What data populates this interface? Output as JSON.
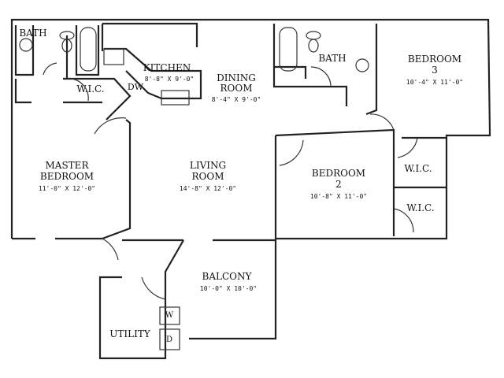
{
  "rooms": {
    "bath1": {
      "name": "BATH"
    },
    "wic1": {
      "name": "W.I.C."
    },
    "kitchen": {
      "name": "KITCHEN",
      "size": "8'-8\" X 9'-0\""
    },
    "dw": {
      "name": "DW"
    },
    "dining": {
      "name_1": "DINING",
      "name_2": "ROOM",
      "size": "8'-4\" X 9'-0\""
    },
    "bath2": {
      "name": "BATH"
    },
    "bedroom3": {
      "name_1": "BEDROOM",
      "name_2": "3",
      "size": "10'-4\" X 11'-0\""
    },
    "master": {
      "name_1": "MASTER",
      "name_2": "BEDROOM",
      "size": "11'-0\" X 12'-0\""
    },
    "living": {
      "name_1": "LIVING",
      "name_2": "ROOM",
      "size": "14'-8\" X 12'-0\""
    },
    "bedroom2": {
      "name_1": "BEDROOM",
      "name_2": "2",
      "size": "10'-8\" X 11'-0\""
    },
    "wic2": {
      "name": "W.I.C."
    },
    "wic3": {
      "name": "W.I.C."
    },
    "balcony": {
      "name": "BALCONY",
      "size": "10'-0\" X 10'-0\""
    },
    "utility": {
      "name": "UTILITY"
    },
    "washer": {
      "name": "W"
    },
    "dryer": {
      "name": "D"
    }
  }
}
